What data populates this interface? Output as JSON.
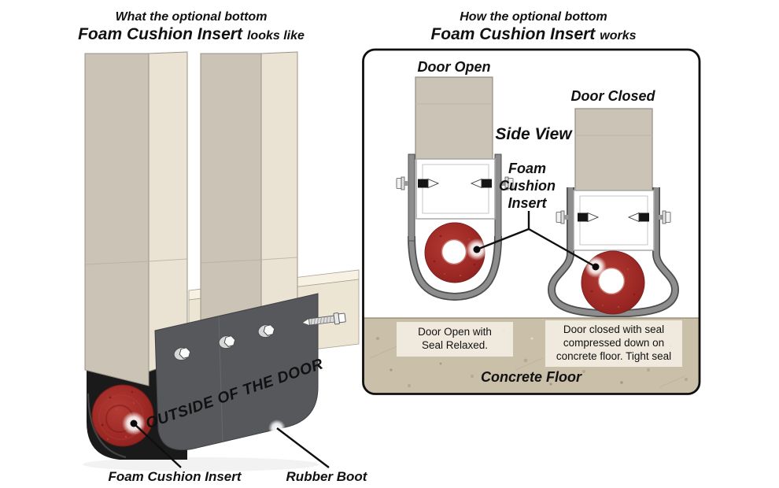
{
  "colors": {
    "foam_red": "#A02A26",
    "boot_flap_gray": "#57585C",
    "boot_black": "#1A1A1A",
    "door_face_tan": "#CBC3B5",
    "door_side_tan": "#EAE3D3",
    "rail_tan": "#EDE5D4",
    "rail_top_tan": "#F7F1E3",
    "floor_tan": "#CABFA9",
    "metal_gray": "#8D8D8D",
    "text_black": "#111111",
    "white": "#FFFFFF"
  },
  "left_panel": {
    "title": {
      "line1": "What the optional bottom",
      "line2_strong": "Foam Cushion Insert",
      "line2_rest": "looks like"
    },
    "boot_flap_text": "OUTSIDE OF THE DOOR",
    "labels": {
      "foam": "Foam Cushion Insert",
      "boot": "Rubber Boot"
    }
  },
  "right_panel": {
    "title": {
      "line1": "How the optional bottom",
      "line2_strong": "Foam Cushion Insert",
      "line2_rest": "works"
    },
    "labels": {
      "door_open": "Door Open",
      "door_closed": "Door Closed",
      "side_view": "Side View",
      "foam_lines": [
        "Foam",
        "Cushion",
        "Insert"
      ],
      "floor": "Concrete Floor"
    },
    "captions": {
      "open": [
        "Door Open with",
        "Seal Relaxed."
      ],
      "closed": [
        "Door closed with seal",
        "compressed down on",
        "concrete floor. Tight seal"
      ]
    }
  }
}
